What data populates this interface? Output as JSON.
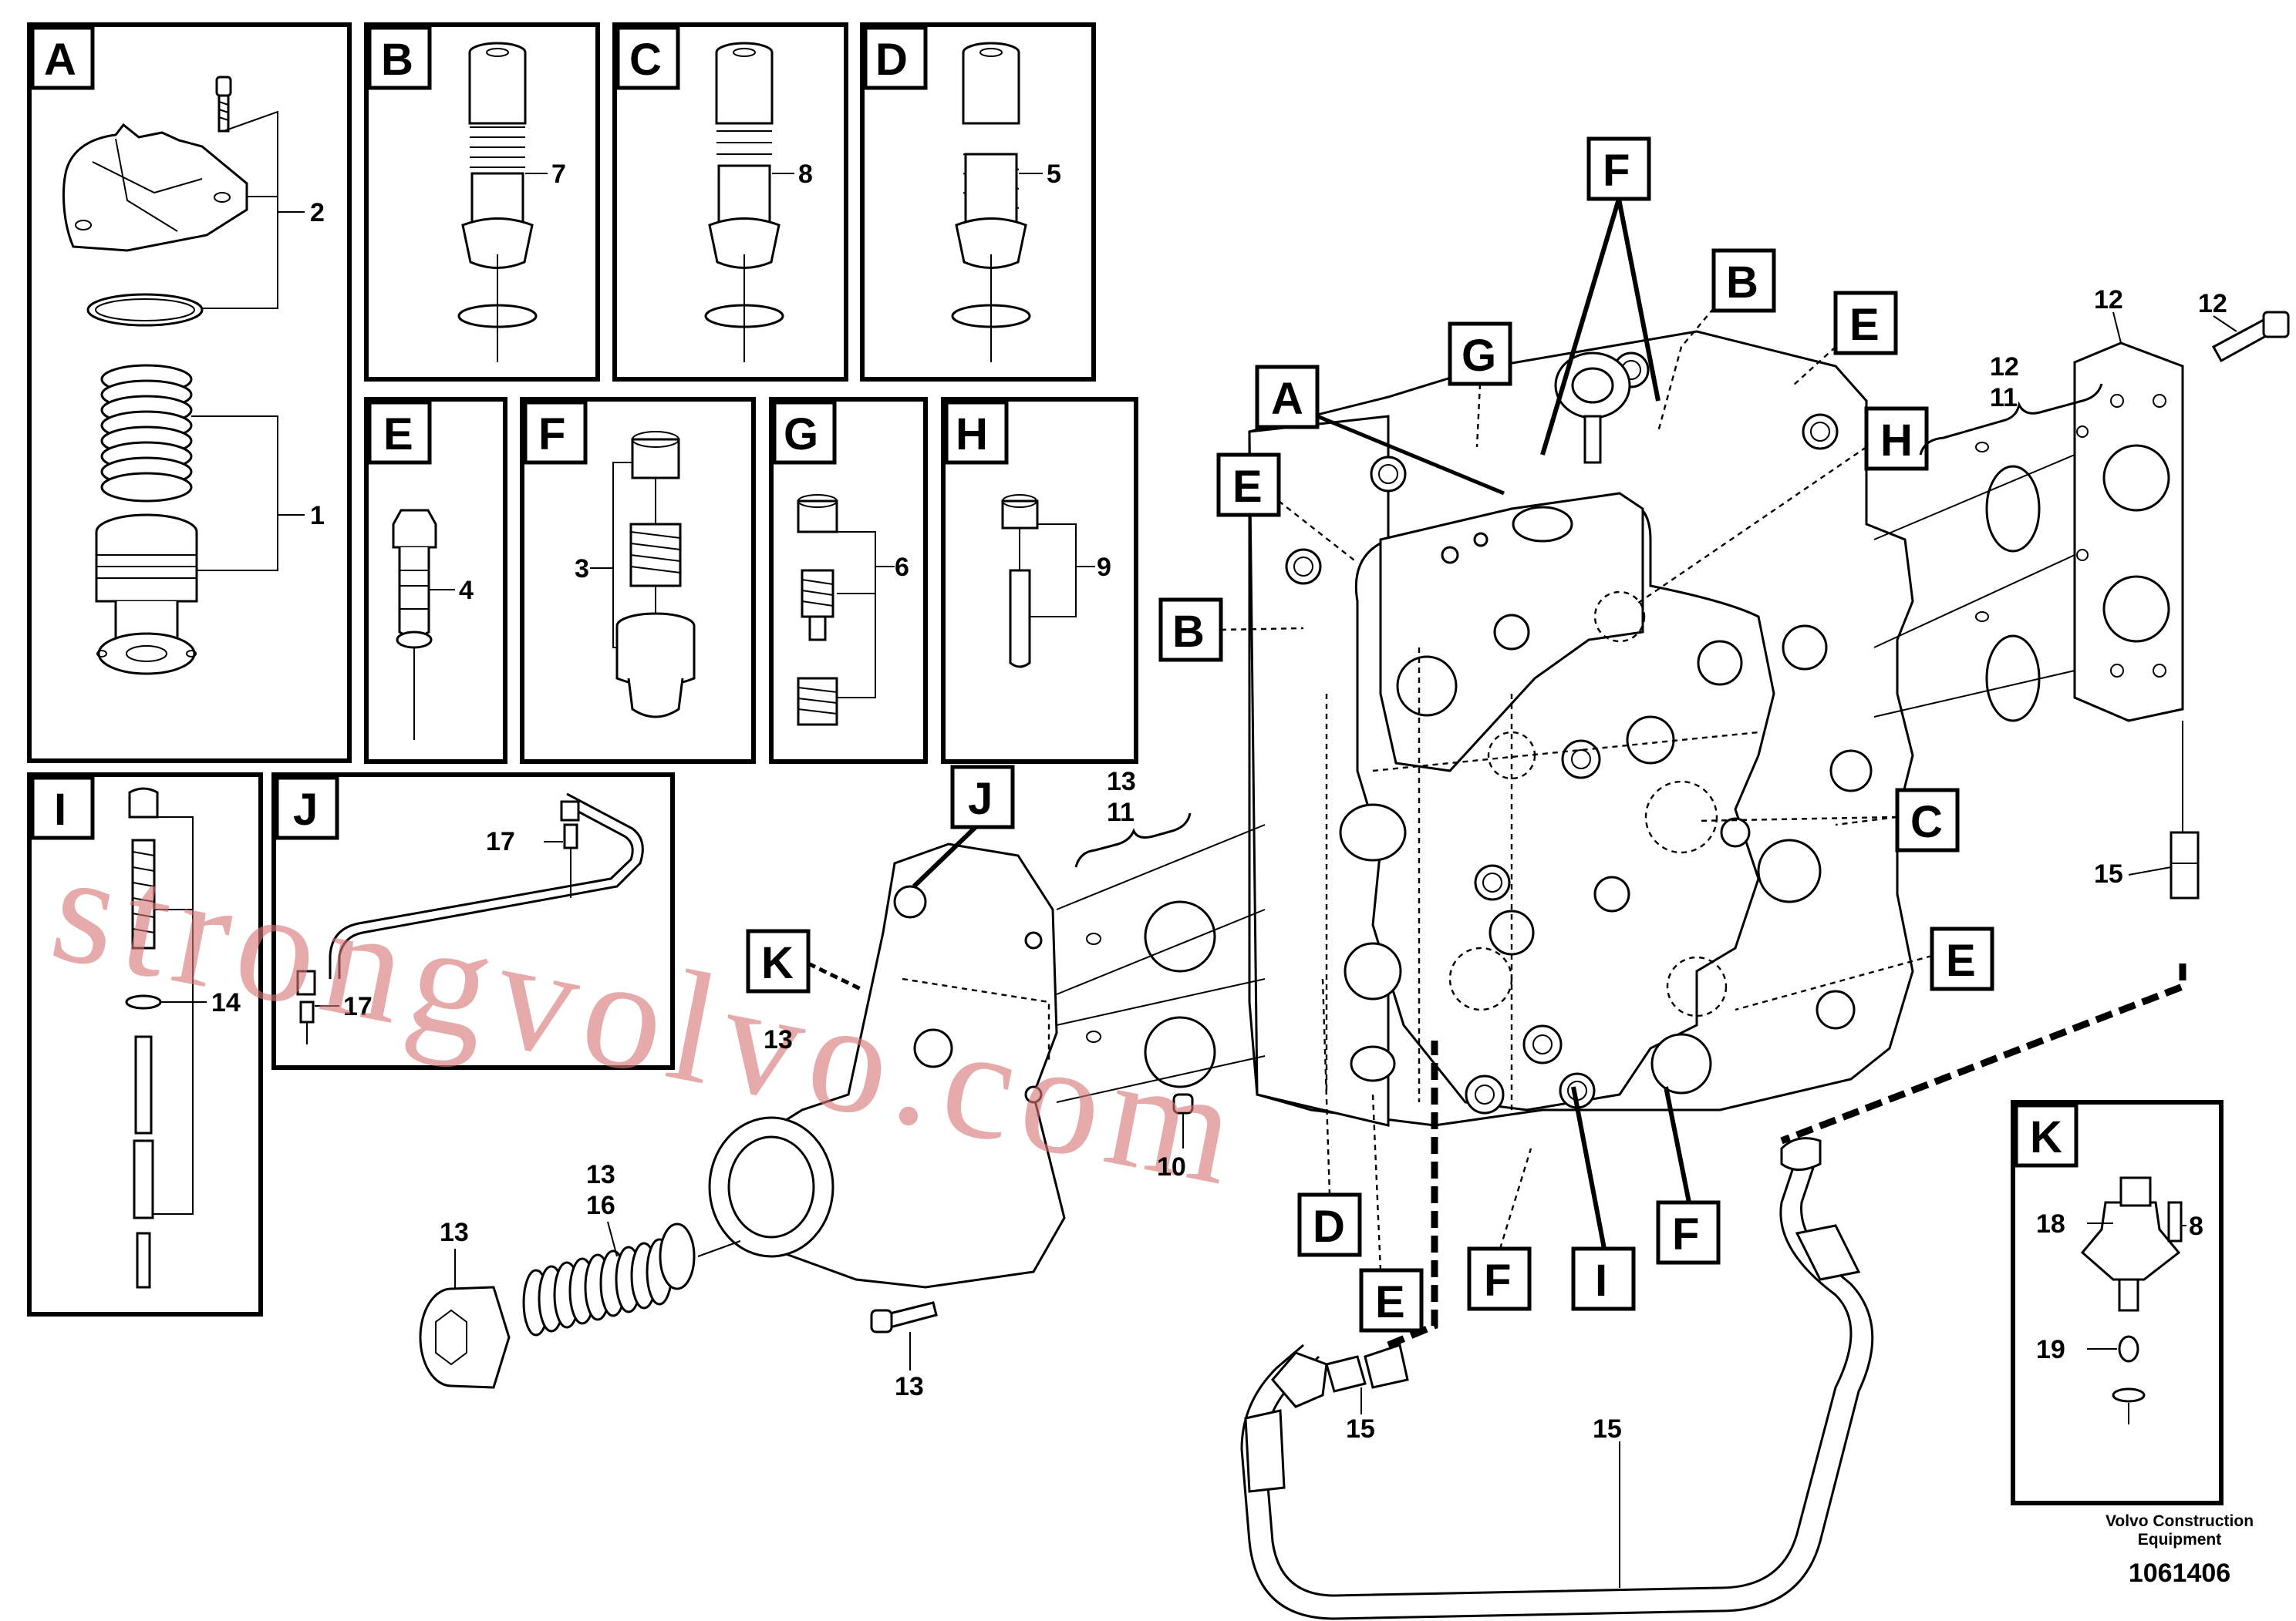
{
  "panels": {
    "A": {
      "letter": "A",
      "numbers": [
        "2",
        "1"
      ]
    },
    "B": {
      "letter": "B",
      "numbers": [
        "7"
      ]
    },
    "C": {
      "letter": "C",
      "numbers": [
        "8"
      ]
    },
    "D": {
      "letter": "D",
      "numbers": [
        "5"
      ]
    },
    "E": {
      "letter": "E",
      "numbers": [
        "4"
      ]
    },
    "F": {
      "letter": "F",
      "numbers": [
        "3"
      ]
    },
    "G": {
      "letter": "G",
      "numbers": [
        "6"
      ]
    },
    "H": {
      "letter": "H",
      "numbers": [
        "9"
      ]
    },
    "I": {
      "letter": "I",
      "numbers": [
        "14"
      ]
    },
    "J": {
      "letter": "J",
      "numbers": [
        "17",
        "17"
      ]
    },
    "K": {
      "letter": "K",
      "numbers": [
        "18",
        "8",
        "19"
      ]
    }
  },
  "main_letters": [
    "F",
    "B",
    "E",
    "G",
    "A",
    "H",
    "E",
    "B",
    "C",
    "E",
    "J",
    "K",
    "D",
    "E",
    "F",
    "I",
    "F"
  ],
  "main_numbers": [
    "12",
    "12",
    "12",
    "11",
    "13",
    "11",
    "15",
    "13",
    "10",
    "13",
    "16",
    "13",
    "13",
    "15",
    "15"
  ],
  "watermark": "strongvolvo.com",
  "footer": {
    "company_line1": "Volvo Construction",
    "company_line2": "Equipment",
    "figure_number": "1061406"
  }
}
